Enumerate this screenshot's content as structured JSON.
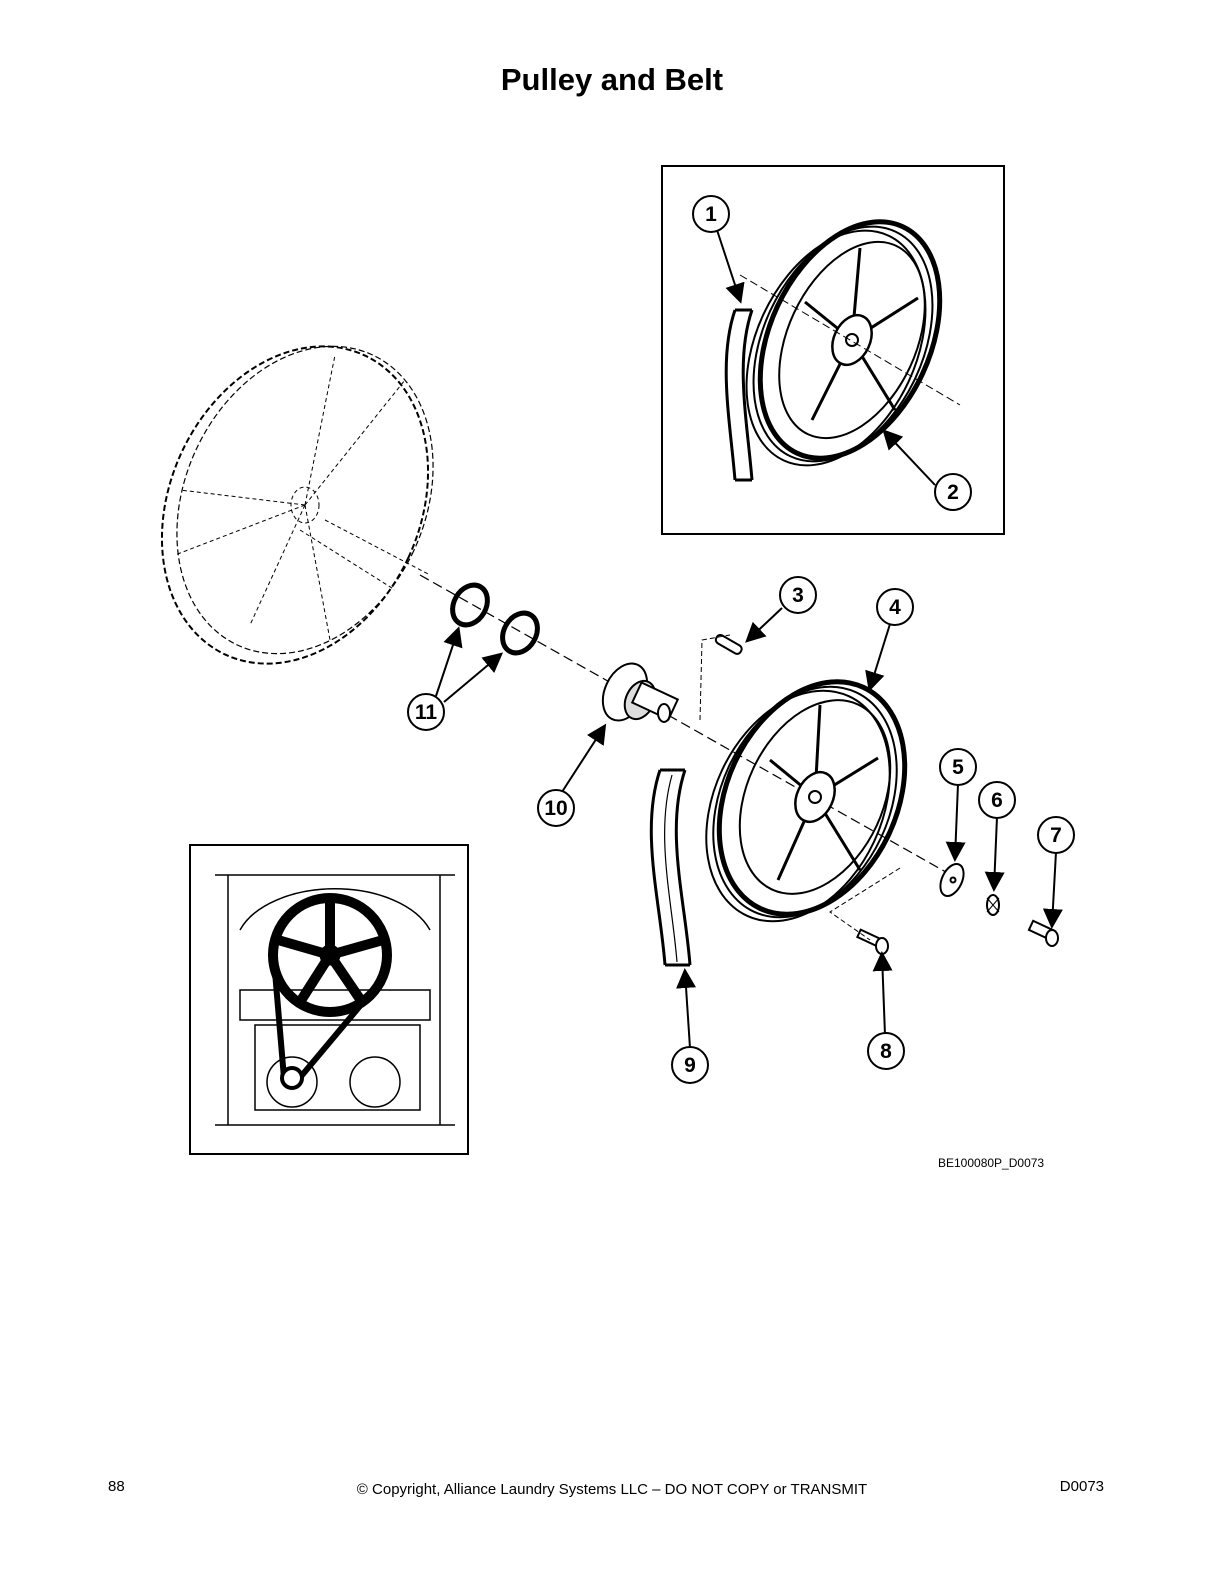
{
  "title": "Pulley and Belt",
  "callouts": [
    "1",
    "2",
    "3",
    "4",
    "5",
    "6",
    "7",
    "8",
    "9",
    "10",
    "11"
  ],
  "figure_id": "BE100080P_D0073",
  "footer": {
    "page_number": "88",
    "copyright": "© Copyright, Alliance Laundry Systems LLC – DO NOT COPY or TRANSMIT",
    "doc_code": "D0073"
  }
}
